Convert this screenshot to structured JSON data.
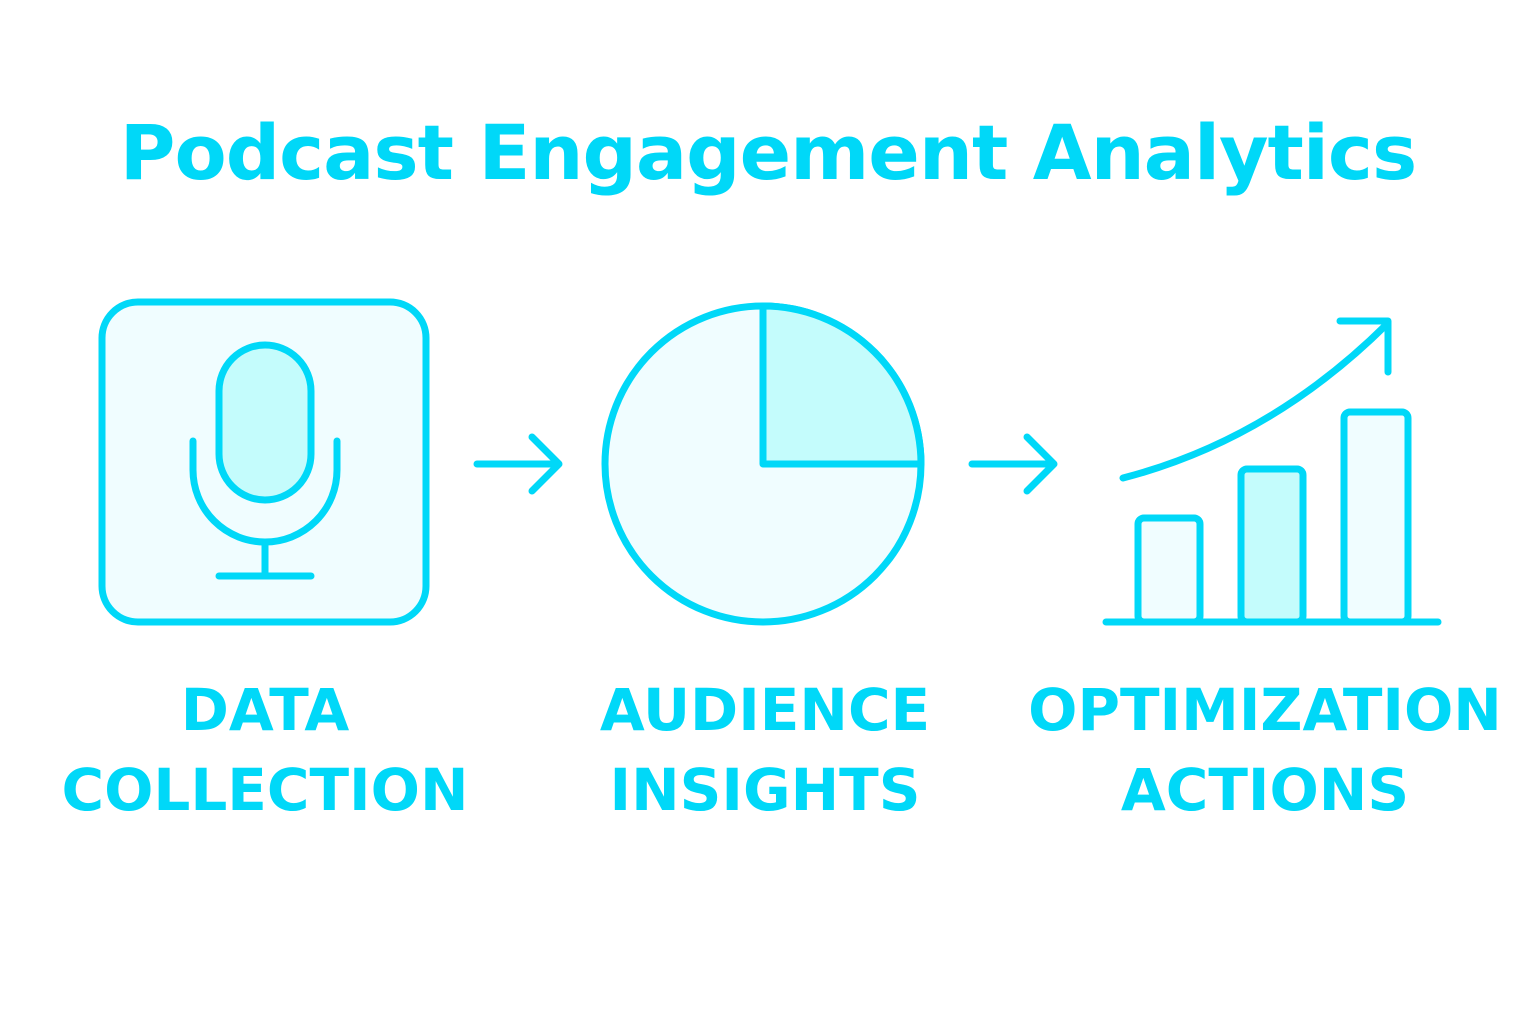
{
  "title": "Podcast Engagement Analytics",
  "colors": {
    "accent": "#00d8f8",
    "fill_light": "#f0fdff",
    "fill_mid": "#c4fcfc"
  },
  "steps": [
    {
      "icon": "microphone-icon",
      "line1": "DATA",
      "line2": "COLLECTION"
    },
    {
      "icon": "pie-chart-icon",
      "line1": "AUDIENCE",
      "line2": "INSIGHTS"
    },
    {
      "icon": "bar-chart-growth-icon",
      "line1": "OPTIMIZATION",
      "line2": "ACTIONS"
    }
  ],
  "connectors": [
    "arrow-right-icon",
    "arrow-right-icon"
  ]
}
